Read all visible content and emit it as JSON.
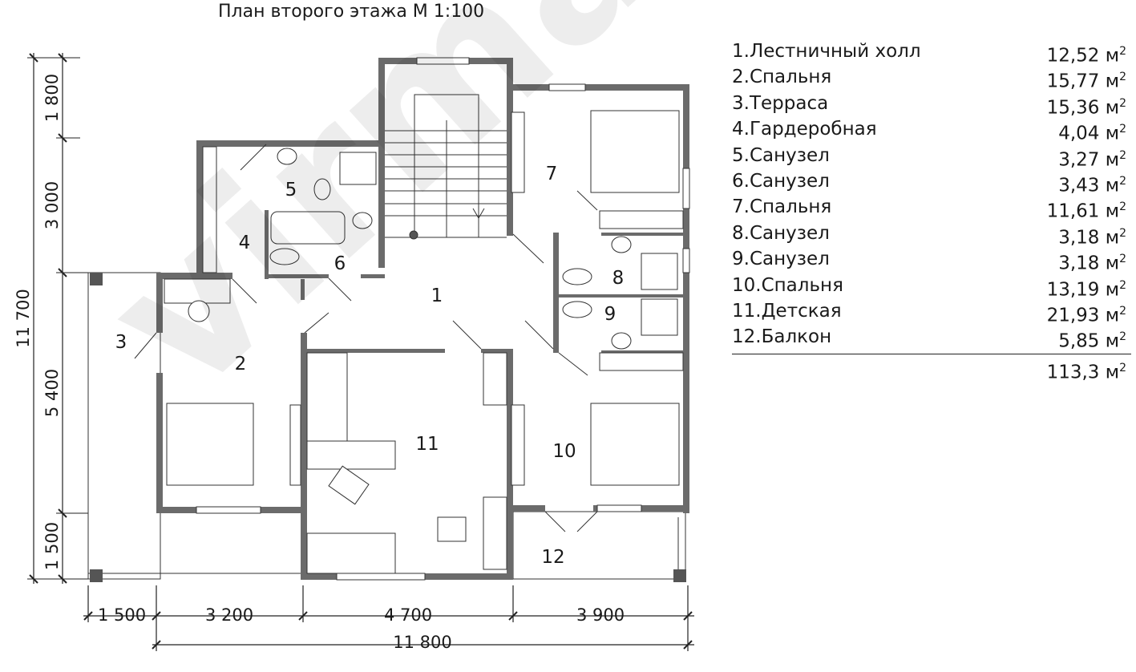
{
  "title": "План второго этажа М 1:100",
  "rooms": [
    {
      "num": "1",
      "name": "1.Лестничный холл",
      "area": "12,52 м"
    },
    {
      "num": "2",
      "name": "2.Спальня",
      "area": "15,77 м"
    },
    {
      "num": "3",
      "name": "3.Терраса",
      "area": "15,36 м"
    },
    {
      "num": "4",
      "name": "4.Гардеробная",
      "area": "4,04 м"
    },
    {
      "num": "5",
      "name": "5.Санузел",
      "area": "3,27 м"
    },
    {
      "num": "6",
      "name": "6.Санузел",
      "area": "3,43 м"
    },
    {
      "num": "7",
      "name": "7.Спальня",
      "area": "11,61 м"
    },
    {
      "num": "8",
      "name": "8.Санузел",
      "area": "3,18 м"
    },
    {
      "num": "9",
      "name": "9.Санузел",
      "area": "3,18 м"
    },
    {
      "num": "10",
      "name": "10.Спальня",
      "area": "13,19 м"
    },
    {
      "num": "11",
      "name": "11.Детская",
      "area": "21,93 м"
    },
    {
      "num": "12",
      "name": "12.Балкон",
      "area": "5,85 м"
    }
  ],
  "area_unit_exp": "2",
  "total": "113,3 м",
  "dimensions": {
    "left": [
      "1 800",
      "3 000",
      "5 400",
      "1 500"
    ],
    "left_total": "11 700",
    "bottom": [
      "1 500",
      "3 200",
      "4 700",
      "3 900"
    ],
    "bottom_total": "11 800"
  },
  "watermark": "virmak.ru",
  "colors": {
    "wall": "#6b6b6b",
    "line": "#222222"
  }
}
